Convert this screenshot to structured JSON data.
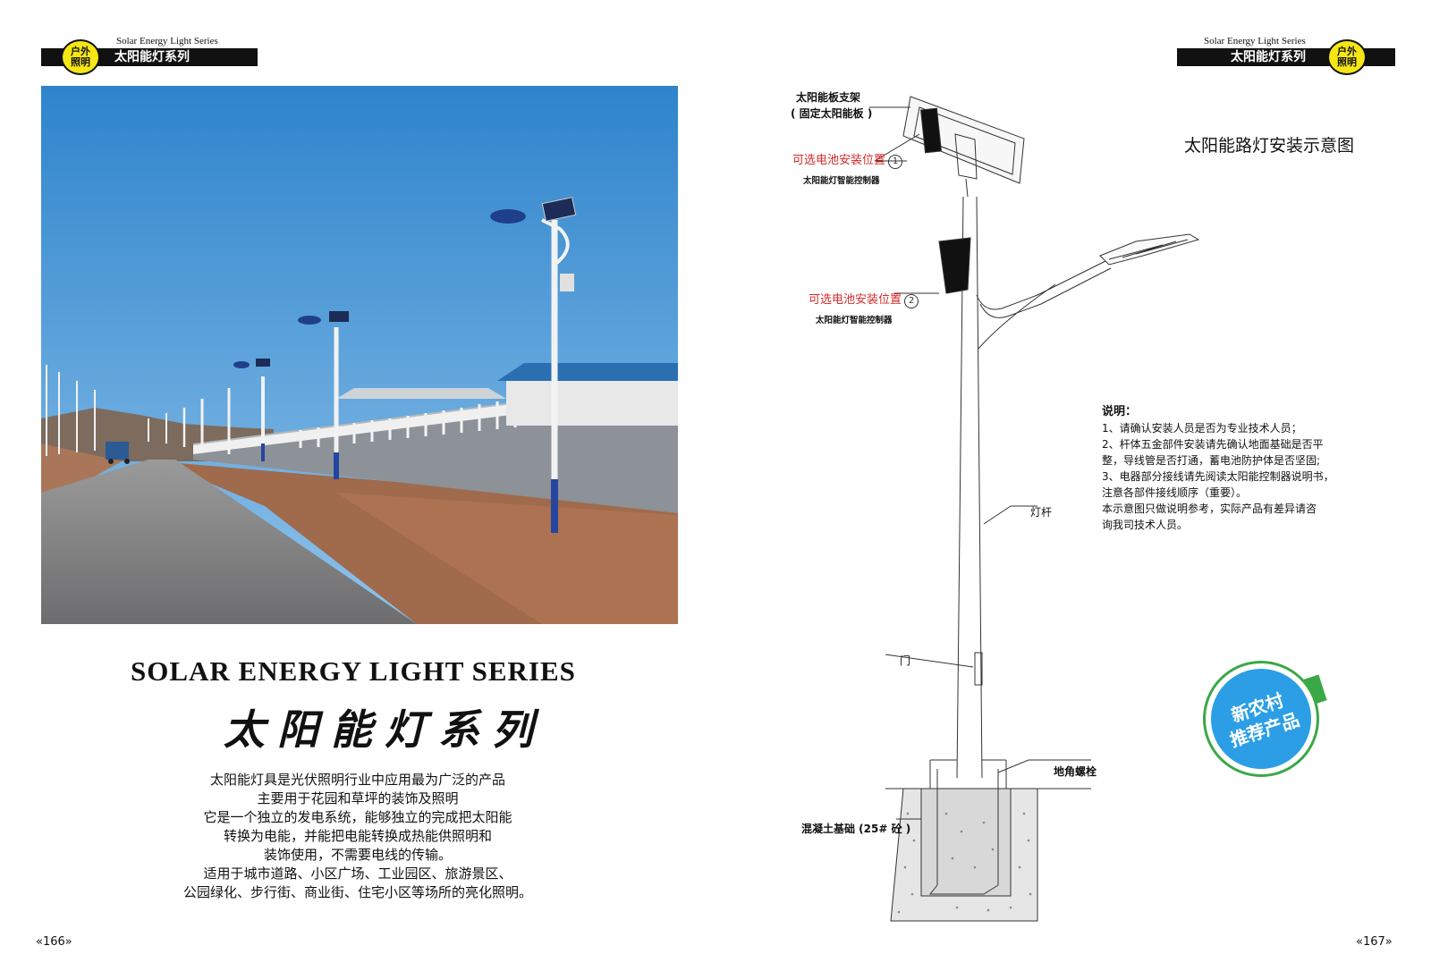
{
  "left_page": {
    "header": {
      "series": "Solar Energy Light Series",
      "bar_label": "太阳能灯系列",
      "badge_lines": [
        "户外",
        "照明"
      ]
    },
    "title_en": "SOLAR ENERGY LIGHT SERIES",
    "title_cn": "太阳能灯系列",
    "description": [
      "太阳能灯具是光伏照明行业中应用最为广泛的产品",
      "主要用于花园和草坪的装饰及照明",
      "它是一个独立的发电系统，能够独立的完成把太阳能",
      "转换为电能，并能把电能转换成热能供照明和",
      "装饰使用，不需要电线的传输。",
      "适用于城市道路、小区广场、工业园区、旅游景区、",
      "公园绿化、步行街、商业街、住宅小区等场所的亮化照明。"
    ],
    "page_number": "«166»"
  },
  "right_page": {
    "header": {
      "series": "Solar Energy Light Series",
      "bar_label": "太阳能灯系列",
      "badge_lines": [
        "户外",
        "照明"
      ]
    },
    "diagram_title": "太阳能路灯安装示意图",
    "labels": {
      "bracket_line1": "太阳能板支架",
      "bracket_line2": "( 固定太阳能板 )",
      "battery_pos1": "可选电池安装位置",
      "battery_pos1_num": "1",
      "controller1": "太阳能灯智能控制器",
      "battery_pos2": "可选电池安装位置",
      "battery_pos2_num": "2",
      "controller2": "太阳能灯智能控制器",
      "pole": "灯杆",
      "door": "门",
      "anchor_bolt": "地角螺栓",
      "foundation": "混凝土基础 (25# 砼 )"
    },
    "notes": {
      "heading": "说明：",
      "lines": [
        "1、请确认安装人员是否为专业技术人员；",
        "2、杆体五金部件安装请先确认地面基础是否平",
        "整，导线管是否打通，蓄电池防护体是否坚固;",
        "3、电器部分接线请先阅读太阳能控制器说明书，",
        "注意各部件接线顺序（重要）。",
        "本示意图只做说明参考，实际产品有差异请咨",
        "询我司技术人员。"
      ]
    },
    "stamp_lines": [
      "新农村",
      "推荐产品"
    ],
    "page_number": "«167»"
  },
  "colors": {
    "header_bar": "#111111",
    "badge": "#f6e614",
    "sky": "#3f8fd0",
    "red_label": "#d32a2a",
    "stamp_blue": "#2b9ee6",
    "stamp_green": "#3aa846"
  }
}
